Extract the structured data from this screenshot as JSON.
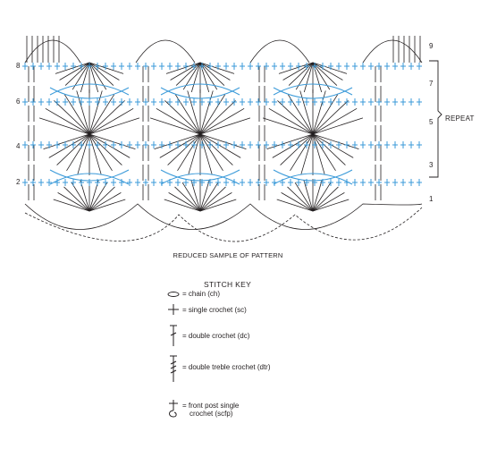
{
  "diagram": {
    "rows_left": [
      "8",
      "6",
      "4",
      "2"
    ],
    "rows_right": [
      "9",
      "7",
      "5",
      "3",
      "1"
    ],
    "repeat_label": "REPEAT",
    "caption": "REDUCED SAMPLE OF PATTERN",
    "colors": {
      "ink": "#231f20",
      "accent": "#3a9ad9"
    }
  },
  "stitch_key": {
    "title": "STITCH KEY",
    "items": [
      {
        "icon": "chain-symbol",
        "text": "= chain (ch)"
      },
      {
        "icon": "single-crochet-symbol",
        "text": "= single crochet (sc)"
      },
      {
        "icon": "double-crochet-symbol",
        "text": "= double crochet (dc)"
      },
      {
        "icon": "double-treble-crochet-symbol",
        "text": "= double treble crochet (dtr)"
      },
      {
        "icon": "front-post-single-crochet-symbol",
        "text": "= front post single",
        "text2": "crochet (scfp)"
      }
    ]
  }
}
